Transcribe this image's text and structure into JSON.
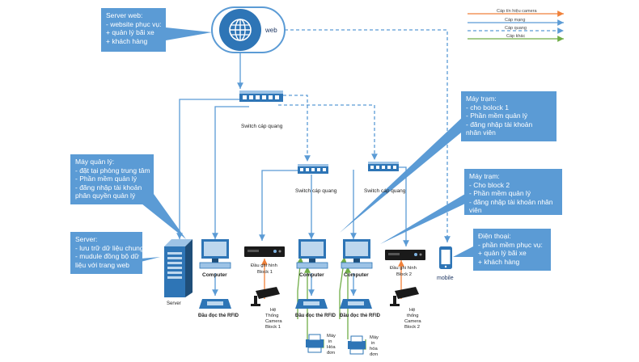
{
  "legend": {
    "camera": {
      "label": "Cáp tín hiệu camera",
      "color": "#f0813a"
    },
    "lan": {
      "label": "Cáp mạng",
      "color": "#5b9bd5"
    },
    "fiber": {
      "label": "Cáp quang",
      "color": "#5b9bd5"
    },
    "power": {
      "label": "Cáp khác",
      "color": "#70ad47"
    }
  },
  "colors": {
    "accent": "#5b9bd5",
    "dark": "#1f3864",
    "camera": "#f0813a",
    "green": "#70ad47"
  },
  "callouts": {
    "web": [
      "Server web:",
      "- website phục vụ:",
      "+  quản lý bãi xe",
      "+ khách hàng"
    ],
    "manager": [
      "Máy quản lý:",
      "- đặt tại phòng trung tâm",
      "- Phần mềm quản lý",
      "- đăng nhập tài khoản",
      "phân quyền quản lý"
    ],
    "server": [
      "Server:",
      "- lưu trữ dữ liệu chung",
      "- mudule đồng bộ dữ",
      "liệu với trang web"
    ],
    "station1": [
      "Máy trạm:",
      "- cho bolock 1",
      "- Phần mềm quản lý",
      "- đăng nhập tài khoản",
      "nhân viên"
    ],
    "station2": [
      "Máy trạm:",
      "- Cho block 2",
      "- Phần mềm quản lý",
      "- đăng nhập tài khoản nhân",
      "viên"
    ],
    "phone": [
      "Điện thoại:",
      "- phần mềm phục vụ:",
      "+  quản lý bãi xe",
      "+ khách hàng"
    ]
  },
  "labels": {
    "web": "web",
    "switch_main": "Switch cáp quang",
    "switch_b1": "Switch cáp quang",
    "switch_b2": "Switch cáp quang",
    "server": "Server",
    "computer_main": "Computer",
    "computer_b1": "Computer",
    "computer_b2": "Computer",
    "reader_main": "Đầu đọc thẻ RFID",
    "reader_b1": "Đầu đọc thẻ RFID",
    "reader_b2": "Đầu đọc thẻ RFID",
    "recorder_b1": [
      "Đầu ghi hình",
      "Block 1"
    ],
    "recorder_b2": [
      "Đầu ghi hình",
      "Block 2"
    ],
    "camera_b1": [
      "Hệ",
      "Thống",
      "Camera",
      "Block 1"
    ],
    "camera_b2": [
      "Hệ",
      "thống",
      "Camera",
      "Block 2"
    ],
    "printer_b1": [
      "Máy",
      "in",
      "Hóa",
      "đơn"
    ],
    "printer_b2": [
      "Máy",
      "in",
      "hóa",
      "đơn"
    ],
    "mobile": "mobile"
  }
}
